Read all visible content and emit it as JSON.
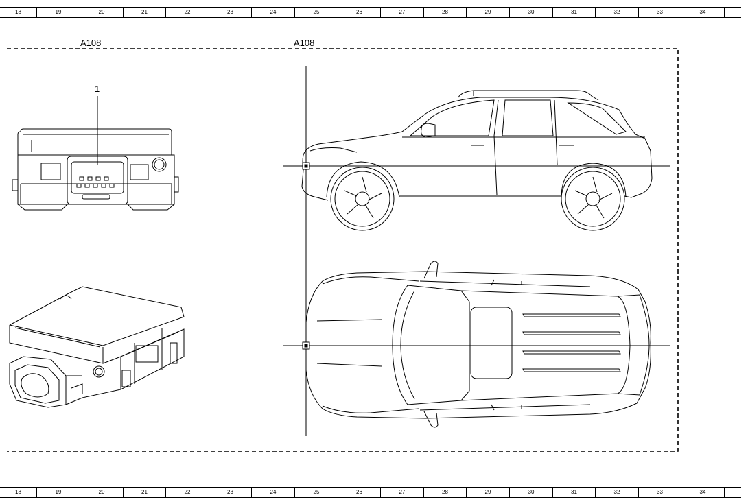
{
  "ruler": {
    "cells": [
      "18",
      "19",
      "20",
      "21",
      "22",
      "23",
      "24",
      "25",
      "26",
      "27",
      "28",
      "29",
      "30",
      "31",
      "32",
      "33",
      "34"
    ]
  },
  "labels": {
    "component_left": "A108",
    "component_right": "A108",
    "callout_1": "1"
  },
  "colors": {
    "line": "#000000",
    "background": "#ffffff"
  },
  "icons": {
    "connector_top_view": "connector-module-front-view",
    "connector_iso_view": "connector-module-isometric-view",
    "car_side": "suv-side-view",
    "car_top": "suv-top-view",
    "location_marker": "square-location-marker"
  }
}
